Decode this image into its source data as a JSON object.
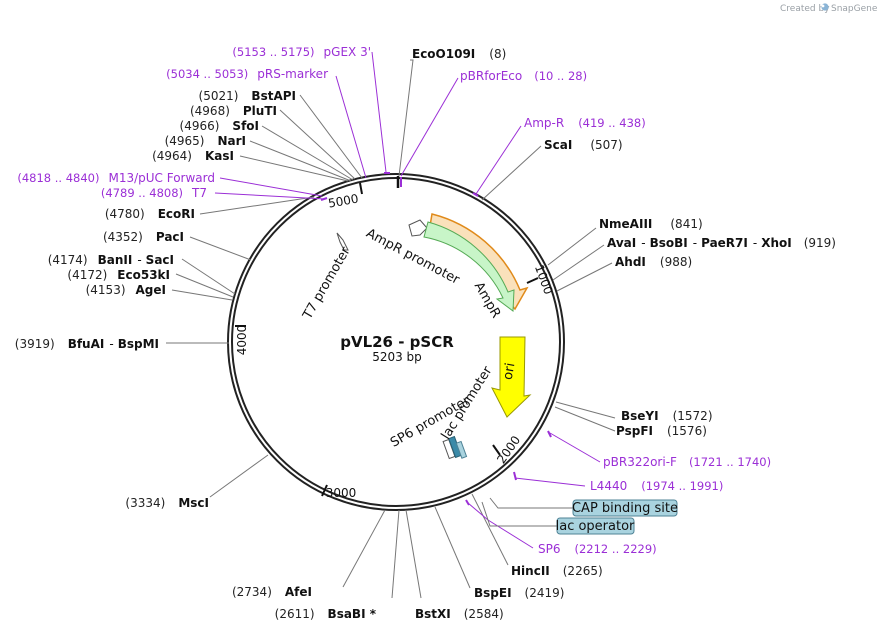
{
  "credit": {
    "prefix": "Created by",
    "brand": "SnapGene"
  },
  "plasmid": {
    "name": "pVL26 - pSCR",
    "length": "5203 bp"
  },
  "position_ticks": [
    "1000",
    "2000",
    "3000",
    "4000",
    "5000"
  ],
  "enzymes": [
    {
      "name": "EcoO109I",
      "pos": "(8)"
    },
    {
      "name": "ScaI",
      "pos": "(507)"
    },
    {
      "name": "NmeAIII",
      "pos": "(841)"
    },
    {
      "names": [
        "AvaI",
        "BsoBI",
        "PaeR7I",
        "XhoI"
      ],
      "pos": "(919)"
    },
    {
      "name": "AhdI",
      "pos": "(988)"
    },
    {
      "name": "BseYI",
      "pos": "(1572)"
    },
    {
      "name": "PspFI",
      "pos": "(1576)"
    },
    {
      "name": "HincII",
      "pos": "(2265)"
    },
    {
      "name": "BspEI",
      "pos": "(2419)"
    },
    {
      "name": "BstXI",
      "pos": "(2584)"
    },
    {
      "name": "BsaBI *",
      "pos": "(2611)"
    },
    {
      "name": "AfeI",
      "pos": "(2734)"
    },
    {
      "name": "MscI",
      "pos": "(3334)"
    },
    {
      "names": [
        "BfuAI",
        "BspMI"
      ],
      "pos": "(3919)"
    },
    {
      "name": "AgeI",
      "pos": "(4153)"
    },
    {
      "name": "Eco53kI",
      "pos": "(4172)"
    },
    {
      "names": [
        "BanII",
        "SacI"
      ],
      "pos": "(4174)"
    },
    {
      "name": "PacI",
      "pos": "(4352)"
    },
    {
      "name": "EcoRI",
      "pos": "(4780)"
    },
    {
      "name": "KasI",
      "pos": "(4964)"
    },
    {
      "name": "NarI",
      "pos": "(4965)"
    },
    {
      "name": "SfoI",
      "pos": "(4966)"
    },
    {
      "name": "PluTI",
      "pos": "(4968)"
    },
    {
      "name": "BstAPI",
      "pos": "(5021)"
    }
  ],
  "primers": [
    {
      "name": "pGEX 3'",
      "range": "(5153 .. 5175)"
    },
    {
      "name": "pBRforEco",
      "range": "(10 .. 28)"
    },
    {
      "name": "Amp-R",
      "range": "(419 .. 438)"
    },
    {
      "name": "pRS-marker",
      "range": "(5034 .. 5053)"
    },
    {
      "name": "M13/pUC Forward",
      "range": "(4818 .. 4840)"
    },
    {
      "name": "T7",
      "range": "(4789 .. 4808)"
    },
    {
      "name": "pBR322ori-F",
      "range": "(1721 .. 1740)"
    },
    {
      "name": "L4440",
      "range": "(1974 .. 1991)"
    },
    {
      "name": "SP6",
      "range": "(2212 .. 2229)"
    }
  ],
  "features": {
    "ampr_promoter": "AmpR promoter",
    "ampr": "AmpR",
    "ori": "ori",
    "t7_promoter": "T7 promoter",
    "sp6_promoter": "SP6 promoter",
    "lac_promoter": "lac promoter",
    "cap_binding_site": "CAP binding site",
    "lac_operator": "lac operator"
  },
  "colors": {
    "backbone": "#222222",
    "primer": "#9b2fd6",
    "ampr_fill": "#c8f5c8",
    "ampr_stroke": "#55aa55",
    "ori_fill": "#ffff00",
    "ori_stroke": "#999900",
    "orf_highlight": "#f2a93b",
    "callout_fill": "#a9d3df",
    "callout_stroke": "#4f8396"
  }
}
